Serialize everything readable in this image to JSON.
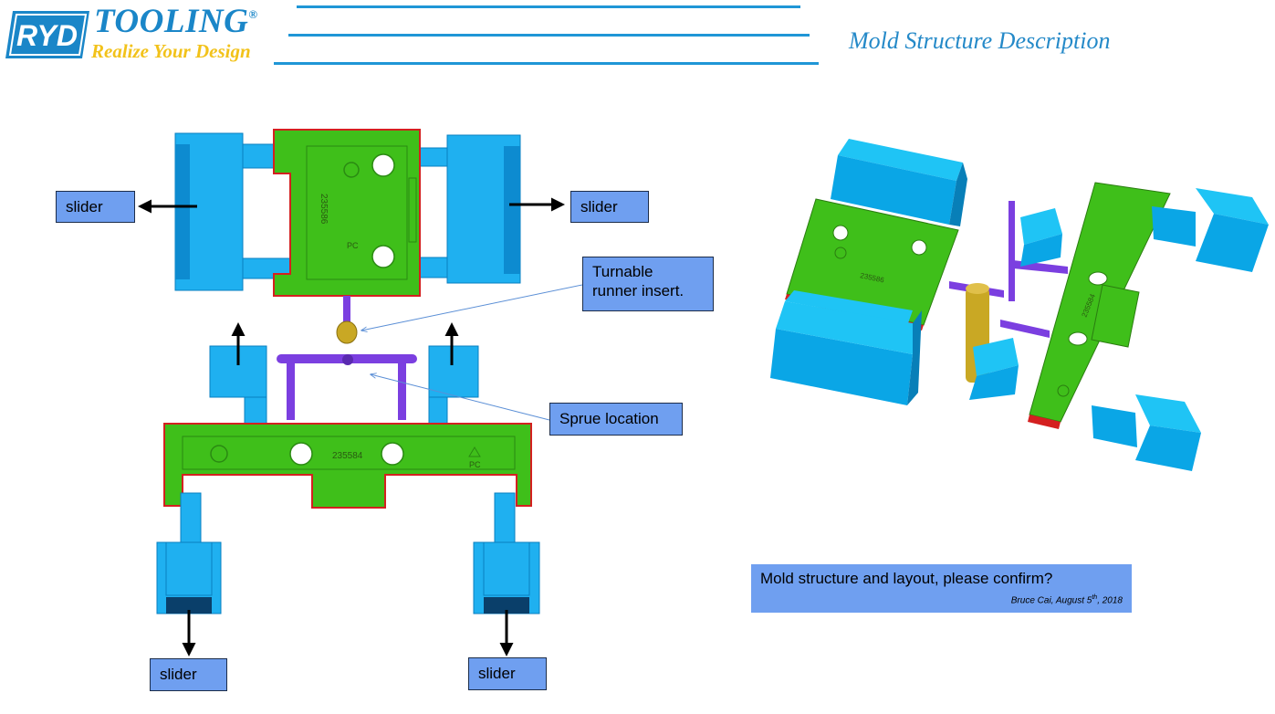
{
  "header": {
    "logo_letters": "RYD",
    "brand_name": "TOOLING",
    "brand_mark": "®",
    "tagline": "Realize Your Design",
    "page_title": "Mold Structure Description"
  },
  "colors": {
    "brand_blue": "#1a86c8",
    "tagline_yellow": "#f2c21a",
    "slider_cyan": "#1fb0f0",
    "part_green": "#3fbf1a",
    "runner_purple": "#7b3fe0",
    "label_fill": "#6f9ff0"
  },
  "diagram": {
    "labels": {
      "slider_left": "slider",
      "slider_right": "slider",
      "slider_bottom_left": "slider",
      "slider_bottom_right": "slider",
      "runner_insert_line1": "Turnable",
      "runner_insert_line2": "runner insert.",
      "sprue": "Sprue location"
    },
    "part_numbers": {
      "upper_part": "235586",
      "lower_part": "235584"
    },
    "material_mark": "PC",
    "icons": [
      "arrow-left-icon",
      "arrow-right-icon",
      "arrow-up-icon",
      "arrow-down-icon",
      "recycle-icon"
    ]
  },
  "note": {
    "text": "Mold structure and layout, please confirm?",
    "author_date_prefix": "Bruce Cai, August 5",
    "author_date_sup": "th",
    "author_date_suffix": ", 2018"
  }
}
